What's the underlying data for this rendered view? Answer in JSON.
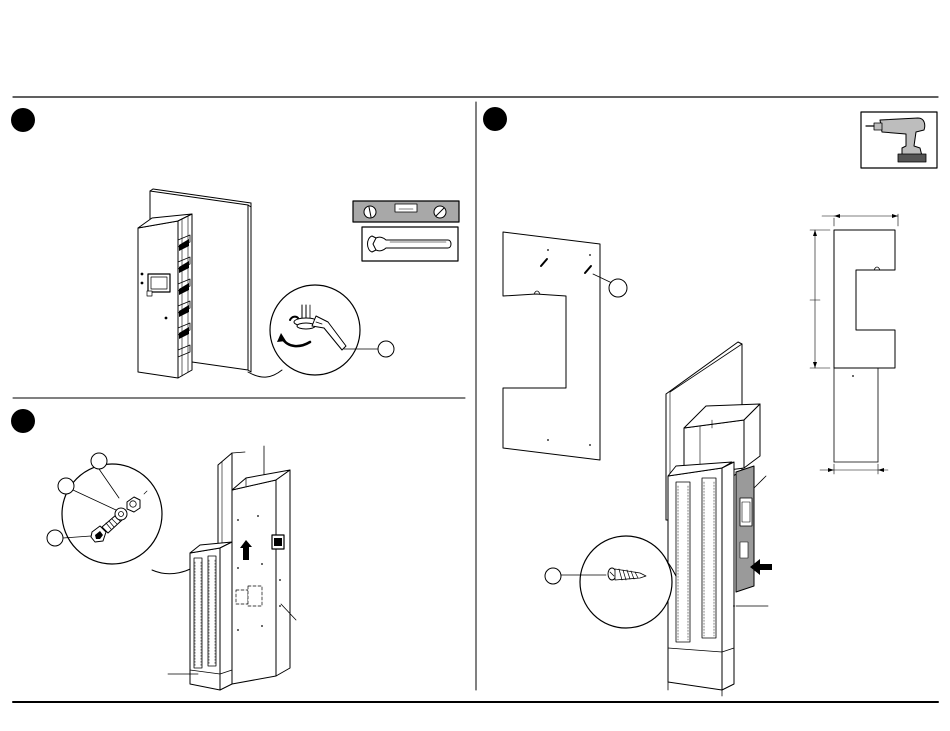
{
  "page": {
    "background": "#ffffff",
    "ink": "#000000",
    "panel_gray": "#9a9a9a",
    "drill_gray": "#bdbdbd"
  },
  "steps": [
    {
      "name": "step-1",
      "tools": [
        "spirit-level-icon",
        "open-wrench-icon"
      ]
    },
    {
      "name": "step-2",
      "tools": []
    },
    {
      "name": "step-3",
      "tools": [
        "power-drill-icon"
      ]
    }
  ],
  "icons": [
    "hex-bolt-icon",
    "washer-icon",
    "hex-nut-icon",
    "wood-screw-icon",
    "direction-arrow-icon",
    "rotation-arrow-icon"
  ]
}
